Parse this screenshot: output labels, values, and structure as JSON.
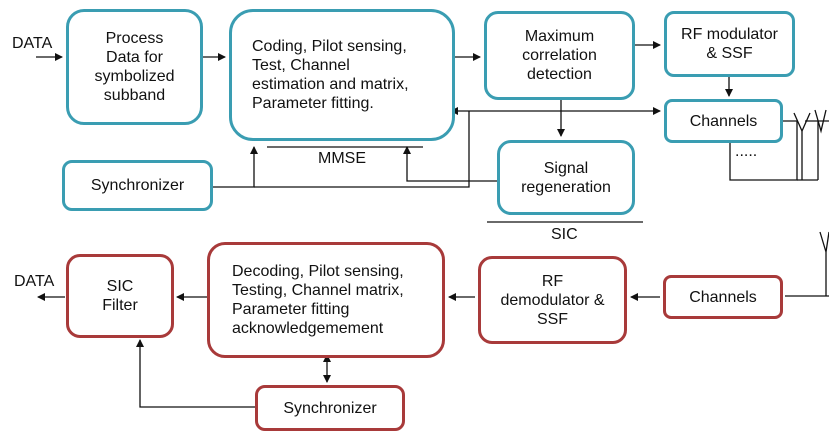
{
  "transmitter": {
    "input_label": "DATA",
    "process_block": "Process\nData for\nsymbolized\nsubband",
    "coding_block": "Coding, Pilot sensing,\nTest, Channel\nestimation and matrix,\nParameter fitting.",
    "mmse_label": "MMSE",
    "max_corr_block": "Maximum\ncorrelation\ndetection",
    "rf_mod_block": "RF modulator\n& SSF",
    "channels_block": "Channels",
    "channels_dots": ".....",
    "synchronizer_block": "Synchronizer",
    "signal_regen_block": "Signal\nregeneration",
    "sic_label": "SIC"
  },
  "receiver": {
    "output_label": "DATA",
    "sic_filter_block": "SIC\nFilter",
    "decoding_block": "Decoding, Pilot sensing,\nTesting, Channel matrix,\nParameter fitting\nacknowledgemement",
    "rf_demod_block": "RF\ndemodulator &\nSSF",
    "channels_block": "Channels",
    "synchronizer_block": "Synchronizer"
  },
  "colors": {
    "transmitter_border": "#3a9db2",
    "receiver_border": "#a83a3a",
    "line": "#111111"
  }
}
